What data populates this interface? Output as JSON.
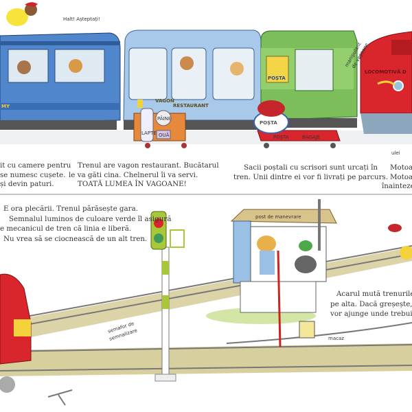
{
  "top_scene": {
    "speech": "Halt! Așteptați!",
    "car1_label": "MY",
    "restaurant_label_1": "VAGON",
    "restaurant_label_2": "RESTAURANT",
    "milk_can": "LAPTE",
    "bread_box": "PÂINE",
    "eggs_box": "OUĂ",
    "post_car_label": "POȘTA",
    "mail_bag": "POȘTA",
    "cart_label_1": "POȘTA",
    "cart_label_2": "BAGAJE",
    "porter_label_1": "manipulant",
    "porter_label_2": "de vagoane",
    "locomotive_label": "LOCOMOTIVĂ D",
    "oil_label": "ulei"
  },
  "captions_top": {
    "c1": [
      "it cu camere pentru",
      "se numesc cușete.",
      "și devin paturi."
    ],
    "c2": [
      "Trenul are vagon restaurant. Bucătarul",
      "le va găti cina. Chelnerul îi va servi.",
      "TOATĂ LUMEA ÎN VAGOANE!"
    ],
    "c3": [
      "Sacii poștali cu scrisori sunt urcați în",
      "tren. Unii dintre ei vor fi livrați pe parcurs."
    ],
    "c4": [
      "Motoare",
      "Motoare",
      "înainteze p"
    ]
  },
  "bottom_scene": {
    "caption_left": [
      "E ora plecării. Trenul părăsește gara.",
      "Semnalul luminos de culoare verde îl asigură",
      "e mecanicul de tren că linia e liberă.",
      "Nu vrea să se ciocnească de un alt tren."
    ],
    "caption_right": [
      "Acarul mută trenurile",
      "pe alta. Dacă greșește, t",
      "vor ajunge unde trebuie."
    ],
    "signal_label_1": "semafor de",
    "signal_label_2": "semnalizare",
    "signal_box_label": "post de manevrare",
    "switch_label": "macaz"
  },
  "colors": {
    "blue_car": "#5b8fd0",
    "green_car": "#7cbf5a",
    "locomotive_red": "#d8262c",
    "signal_green": "#a8c83a",
    "text": "#333333"
  }
}
